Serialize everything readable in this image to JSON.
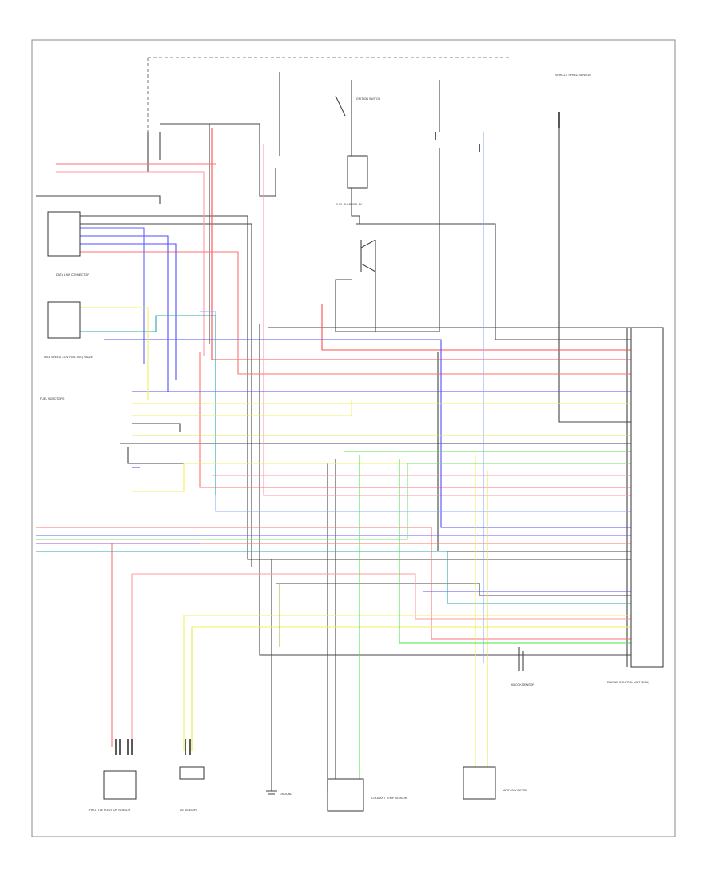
{
  "components": {
    "data_link_connector": {
      "label": "DATA LINK CONNECTOR"
    },
    "idle_speed_control": {
      "label": "IDLE SPEED CONTROL (ISC) VALVE"
    },
    "throttle_position_sensor": {
      "label": "THROTTLE POSITION SENSOR"
    },
    "o2_sensor": {
      "label": "O2 SENSOR"
    },
    "coolant_temp_sensor": {
      "label": "COOLANT TEMP SENSOR"
    },
    "airflow_meter": {
      "label": "AIRFLOW METER"
    },
    "fuel_pump_relay": {
      "label": "FUEL PUMP RELAY"
    },
    "ignition_switch": {
      "label": "IGNITION SWITCH"
    },
    "fuel_injectors": {
      "label": "FUEL INJECTORS"
    },
    "ecu": {
      "label": "ENGINE CONTROL UNIT (ECU)"
    },
    "vehicle_speed_sensor": {
      "label": "VEHICLE SPEED SENSOR"
    },
    "knock_sensor": {
      "label": "KNOCK SENSOR"
    },
    "ground": {
      "label": "GROUND"
    }
  },
  "wire_colors": {
    "red": "#ff4d4d",
    "pink": "#ff9aa2",
    "blue": "#4f4fff",
    "light_blue": "#8fa8ff",
    "yellow": "#f2f25a",
    "green": "#4de04d",
    "black": "#444444",
    "teal": "#2aa7a7",
    "purple": "#b04fd0"
  }
}
